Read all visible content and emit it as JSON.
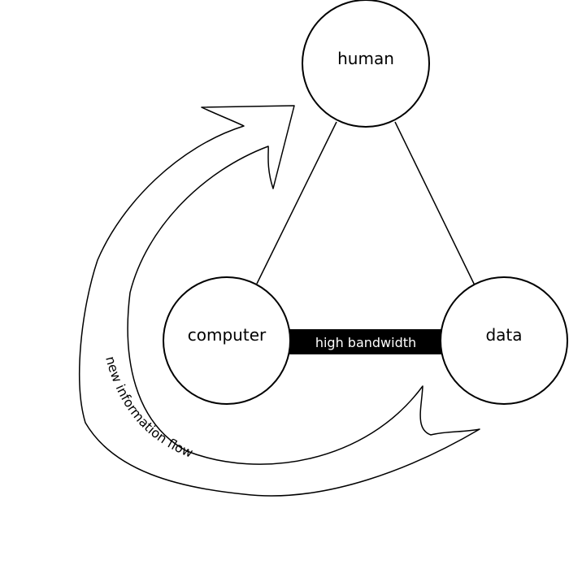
{
  "diagram": {
    "nodes": {
      "human": {
        "label": "human"
      },
      "computer": {
        "label": "computer"
      },
      "data": {
        "label": "data"
      }
    },
    "edges": {
      "computer_data": {
        "label": "high bandwidth"
      }
    },
    "flow": {
      "label": "new information flow"
    }
  },
  "colors": {
    "stroke": "#000000",
    "background": "#ffffff",
    "bandwidth_bar": "#000000",
    "bandwidth_text": "#ffffff"
  }
}
